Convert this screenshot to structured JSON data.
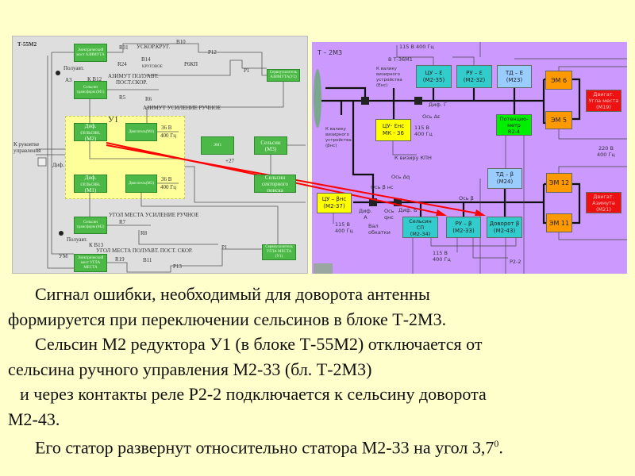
{
  "left_diagram": {
    "title": "Т-55М2",
    "blocks": {
      "bridge_az": "Электрический мост АЗИМУТА",
      "st_m1": "Сельсин трансформ (М1)",
      "servo_az": "Сервоусилитель АЗИМУТА(У2)",
      "u1_label": "У1",
      "diff_m2": "Диф. сельсин. (М2)",
      "motor_m4": "Двигатель(М4)",
      "emu1": "ЭМ1",
      "sel_m3": "Сельсин (М3)",
      "sector": "Сельсин секторного поиска",
      "diff_m1": "Диф. сельсин. (М1)",
      "motor_m3": "Двигатель(М3)",
      "st_m2": "Сельсин трансформ (М2)",
      "bridge_el": "Электрический мост УГЛА МЕСТА",
      "servo_el": "Сервоусилитель УГЛА МЕСТА (У1)"
    },
    "labels": {
      "r31": "R31",
      "uskor": "УСКОР.КРУГ.",
      "b10": "B10",
      "p12": "P12",
      "r24": "R24",
      "b14": "B14",
      "krug": "КРУГОВОЕ",
      "p6kp": "P6КП",
      "p1a": "P1",
      "poluavt1": "Полуавт.",
      "a3": "А3",
      "kb12": "К B12",
      "az_poluavt": "АЗИМУТ ПОЛУАВТ.",
      "post_skor": "ПОСТ.СКОР.",
      "r5": "R5",
      "r6": "R6",
      "az_ruch": "АЗИМУТ УСИЛЕНИЕ РУЧНОЕ",
      "v36a": "36 В",
      "hz400a": "400 Гц",
      "v36b": "36 В",
      "hz400b": "400 Гц",
      "rukoyatka": "К рукоятке управления",
      "dif": "Диф.",
      "p27": "+27",
      "um_ruch": "УГОЛ МЕСТА  УСИЛЕНИЕ РУЧНОЕ",
      "r7": "R7",
      "r8": "R8",
      "poluavt2": "Полуавт.",
      "kb13": "К B13",
      "um": "УМ",
      "um_poluavt": "УГОЛ МЕСТА   ПОЛУАВТ. ПОСТ. СКОР.",
      "p1b": "P1",
      "r19": "R19",
      "b11": "B11",
      "p13": "P13"
    }
  },
  "right_diagram": {
    "title": "Т – 2М3",
    "blocks": {
      "cu_e": "ЦУ – Ɛ\n(М2-35)",
      "ru_e": "РУ – Ɛ\n(М2-32)",
      "td_e": "ТД – Е\n(М23)",
      "em6": "ЭМ 6",
      "em5": "ЭМ 5",
      "motor_el": "Двигат.\nУгла места\n(М19)",
      "pot": "Потенцио-\nметр\nR2-4",
      "cu_ens": "ЦУ- Ɛнс\nМК - 36",
      "td_b": "ТД – β\n(М24)",
      "cu_bns": "ЦУ – βнс\n(М2-37)",
      "sel_sp": "Сельсин\nСП\n(М2-34)",
      "ru_b": "РУ – β\n(М2-33)",
      "dovorot": "Доворот β\n(М2-43)",
      "em12": "ЭМ 12",
      "em11": "ЭМ 11",
      "motor_az": "Двигат.\nАзимута\n(М21)"
    },
    "labels": {
      "v115top": "115 В 400 Гц",
      "t36": "В Т-36М1",
      "valik1": "К валику\nвизирного\nустройства\n(Енс)",
      "valik2": "К валику\nвизирного\nустройства\n(βнс)",
      "dif_g": "Диф. Г",
      "os_de": "Ось Δε",
      "v115b": "115 В\n400 Гц",
      "v220": "220 В\n400 Гц",
      "kpn": "К визиру КПН",
      "os_dq": "Ось Δq",
      "os_bns": "Ось β нс",
      "os_b": "Ось β",
      "dif_a": "Диф.\nА",
      "os_qns": "Ось\nqнс",
      "dif_b": "Диф. Б",
      "val": "Вал\nобкатки",
      "v115c": "115 В\n400 Гц",
      "v115d": "115 В\n400 Гц",
      "p22": "Р2-2"
    }
  },
  "text": {
    "lines": [
      "Сигнал ошибки, необходимый для доворота антенны",
      "формируется при переключении сельсинов в блоке Т-2М3.",
      "Сельсин М2 редуктора У1 (в блоке Т-55М2) отключается от",
      "сельсина ручного управления М2-33 (бл. Т-2М3)",
      "и через контакты реле Р2-2 подключается к сельсину доворота",
      "М2-43.",
      "Его статор развернут относительно статора М2-33 на угол 3,7"
    ],
    "superscript": "0",
    "end": "."
  },
  "colors": {
    "background": "#ffffcc",
    "left_panel": "#dedede",
    "right_panel": "#cc99ff",
    "green_block": "#4cb848",
    "teal_block": "#33cccc",
    "orange_block": "#ff9900",
    "red_block": "#ee1111",
    "arrow": "#ff0000"
  }
}
